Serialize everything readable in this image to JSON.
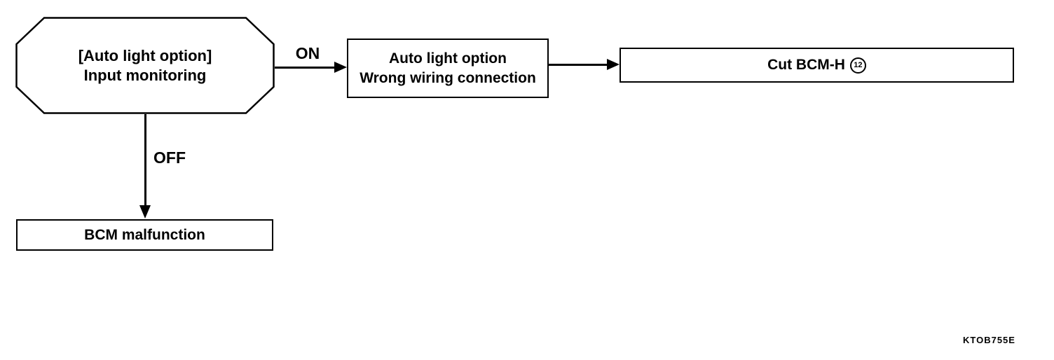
{
  "diagram": {
    "nodes": {
      "start": {
        "shape": "octagon",
        "line1": "[Auto light option]",
        "line2": "Input monitoring"
      },
      "wrong_wiring": {
        "shape": "rectangle",
        "line1": "Auto light option",
        "line2": "Wrong wiring connection"
      },
      "cut_bcm": {
        "shape": "rectangle",
        "label": "Cut BCM-H",
        "circled_number": "12"
      },
      "bcm_malfunction": {
        "shape": "rectangle",
        "label": "BCM malfunction"
      }
    },
    "edges": {
      "on_label": "ON",
      "off_label": "OFF"
    },
    "figure_code": "KTOB755E",
    "colors": {
      "line": "#000000",
      "background": "#ffffff"
    }
  }
}
